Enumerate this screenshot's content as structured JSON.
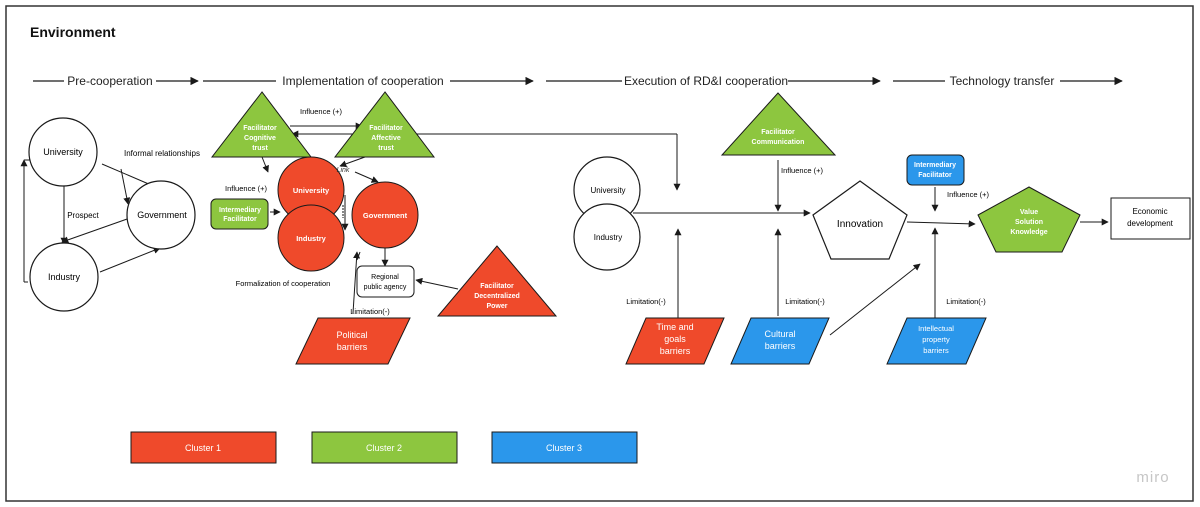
{
  "title": "Environment",
  "watermark": "miro",
  "phases": {
    "pre": "Pre-cooperation",
    "impl": "Implementation of cooperation",
    "exec": "Execution of RD&I cooperation",
    "tech": "Technology transfer"
  },
  "pre": {
    "university": "University",
    "government": "Government",
    "industry": "Industry",
    "informal": "Informal relationships",
    "prospect": "Prospect"
  },
  "impl": {
    "cog": [
      "Facilitator",
      "Cognitive",
      "trust"
    ],
    "aff": [
      "Facilitator",
      "Affective",
      "trust"
    ],
    "influence_top": "Influence (+)",
    "influence_left": "Influence (+)",
    "intermediary": [
      "Intermediary",
      "Facilitator"
    ],
    "university": "University",
    "industry": "Industry",
    "government": "Government",
    "link": "Link",
    "regional": [
      "Regional",
      "public agency"
    ],
    "decentral": [
      "Facilitator",
      "Decentralized",
      "Power"
    ],
    "formalization": "Formalization of cooperation",
    "limitation": "Limitation(-)",
    "political": [
      "Political",
      "barriers"
    ]
  },
  "exec": {
    "university": "University",
    "industry": "Industry",
    "communication": [
      "Facilitator",
      "Communication"
    ],
    "influence": "Influence (+)",
    "innovation": "Innovation",
    "lim_time": "Limitation(-)",
    "lim_cult": "Limitation(-)",
    "time_goals": [
      "Time and",
      "goals",
      "barriers"
    ],
    "cultural": [
      "Cultural",
      "barriers"
    ]
  },
  "tech": {
    "intermediary": [
      "Intermediary",
      "Facilitator"
    ],
    "influence": "Influence (+)",
    "value": [
      "Value",
      "Solution",
      "Knowledge"
    ],
    "economic": [
      "Economic",
      "development"
    ],
    "limitation": "Limitation(-)",
    "ip": [
      "Intellectual",
      "property",
      "barriers"
    ]
  },
  "legend": [
    "Cluster 1",
    "Cluster 2",
    "Cluster 3"
  ],
  "colors": {
    "cluster1": "#ef4a2b",
    "cluster2": "#8dc63f",
    "cluster3": "#2b97eb",
    "outline": "#1a1a1a",
    "watermark": "#c6c6c6"
  }
}
